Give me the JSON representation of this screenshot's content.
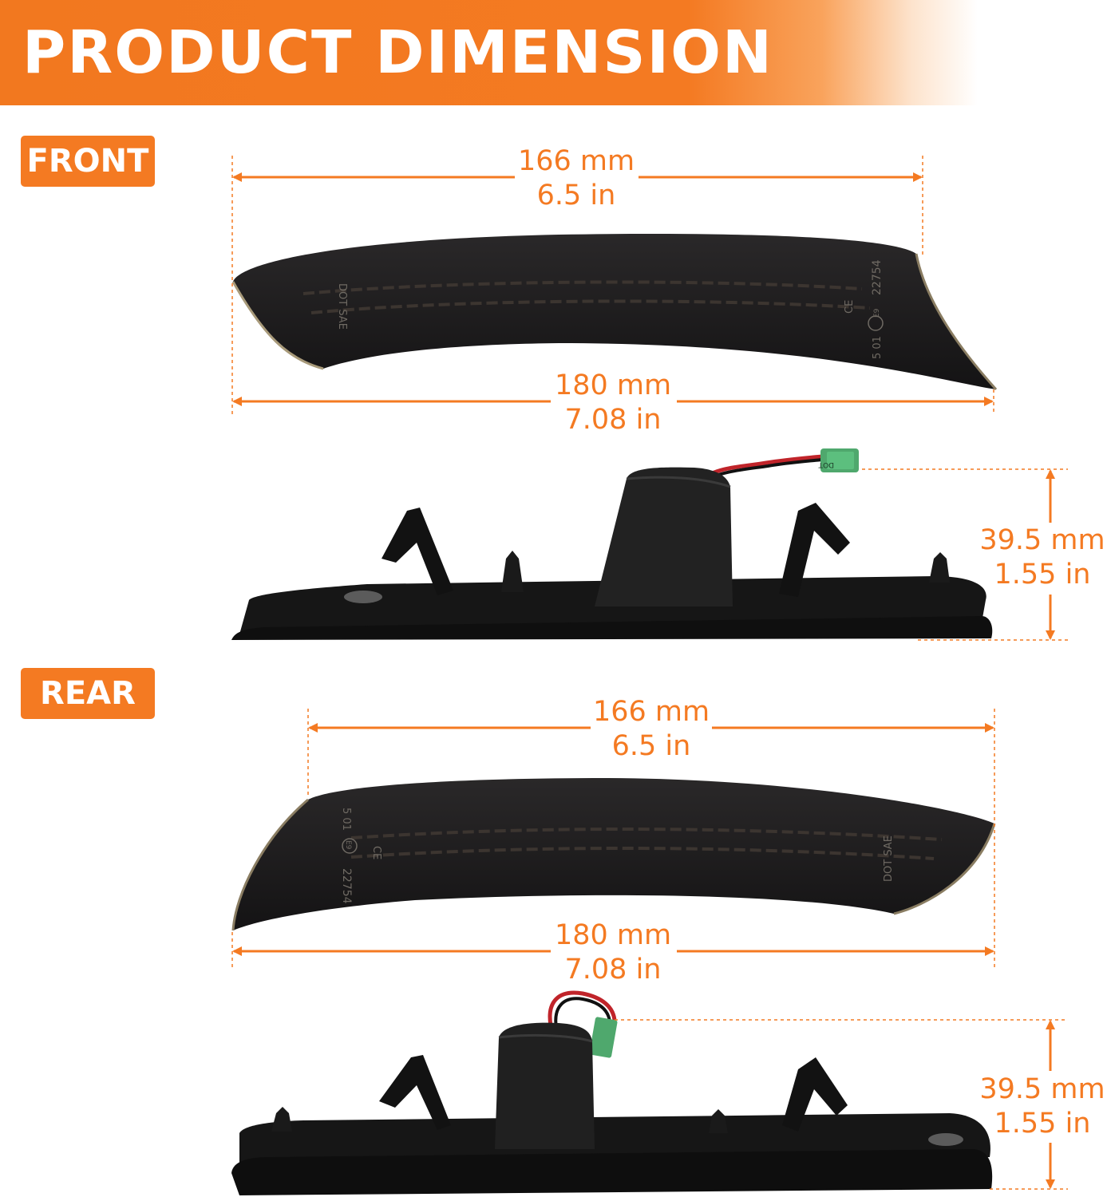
{
  "header": {
    "title": "PRODUCT DIMENSION"
  },
  "colors": {
    "accent": "#f47a22",
    "lens": "#1d1c1e",
    "housing": "#151515"
  },
  "sections": {
    "front": {
      "label": "FRONT",
      "top_width": {
        "mm": "166 mm",
        "in": "6.5 in"
      },
      "bottom_width": {
        "mm": "180 mm",
        "in": "7.08 in"
      },
      "height": {
        "mm": "39.5 mm",
        "in": "1.55 in"
      },
      "lens_marks": {
        "dot_sae": "DOT SAE",
        "ce": "CE",
        "e_mark": "E9",
        "code": "22754",
        "ver": "5 01"
      },
      "connector_mark": "DOT"
    },
    "rear": {
      "label": "REAR",
      "top_width": {
        "mm": "166 mm",
        "in": "6.5 in"
      },
      "bottom_width": {
        "mm": "180 mm",
        "in": "7.08 in"
      },
      "height": {
        "mm": "39.5 mm",
        "in": "1.55 in"
      },
      "lens_marks": {
        "dot_sae": "DOT SAE",
        "ce": "CE",
        "e_mark": "E9",
        "code": "22754",
        "ver": "5 01"
      }
    }
  }
}
